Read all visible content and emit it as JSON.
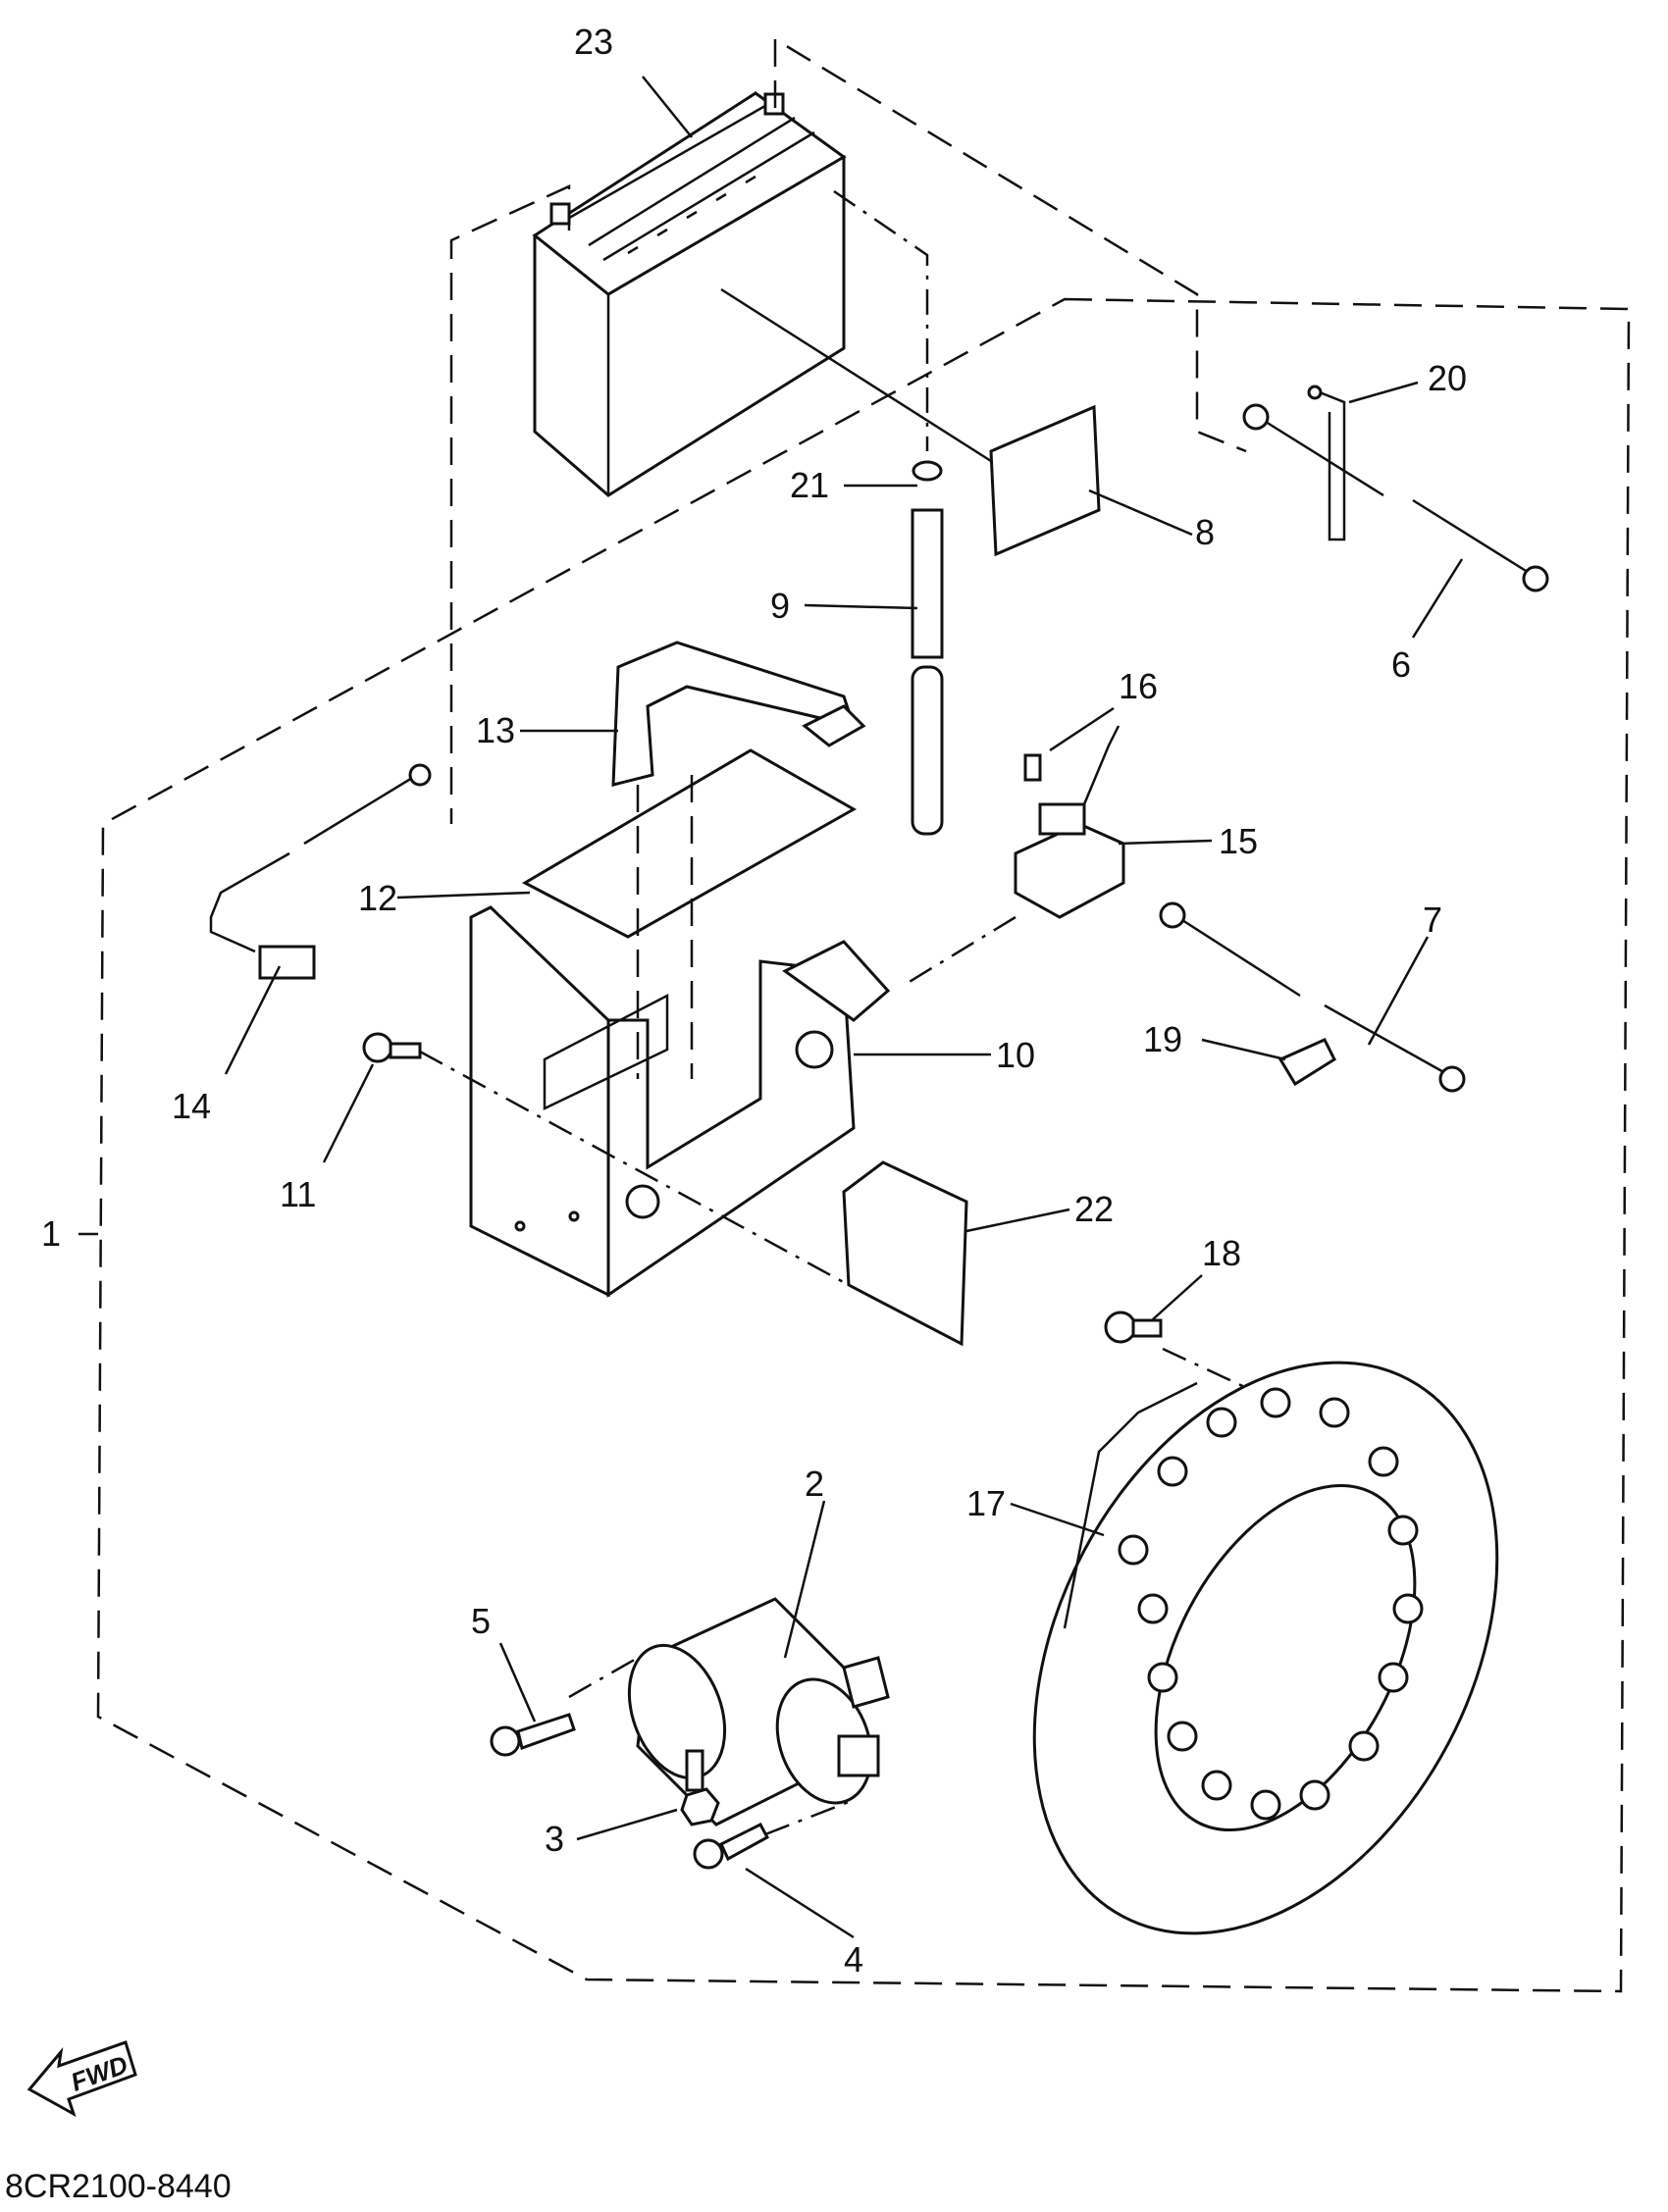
{
  "callouts": [
    {
      "id": "1",
      "text": "1"
    },
    {
      "id": "2",
      "text": "2"
    },
    {
      "id": "3",
      "text": "3"
    },
    {
      "id": "4",
      "text": "4"
    },
    {
      "id": "5",
      "text": "5"
    },
    {
      "id": "6",
      "text": "6"
    },
    {
      "id": "7",
      "text": "7"
    },
    {
      "id": "8",
      "text": "8"
    },
    {
      "id": "9",
      "text": "9"
    },
    {
      "id": "10",
      "text": "10"
    },
    {
      "id": "11",
      "text": "11"
    },
    {
      "id": "12",
      "text": "12"
    },
    {
      "id": "13",
      "text": "13"
    },
    {
      "id": "14",
      "text": "14"
    },
    {
      "id": "15",
      "text": "15"
    },
    {
      "id": "16",
      "text": "16"
    },
    {
      "id": "17",
      "text": "17"
    },
    {
      "id": "18",
      "text": "18"
    },
    {
      "id": "19",
      "text": "19"
    },
    {
      "id": "20",
      "text": "20"
    },
    {
      "id": "21",
      "text": "21"
    },
    {
      "id": "22",
      "text": "22"
    },
    {
      "id": "23",
      "text": "23"
    }
  ],
  "fwd_label": "FWD",
  "diagram_code": "8CR2100-8440"
}
